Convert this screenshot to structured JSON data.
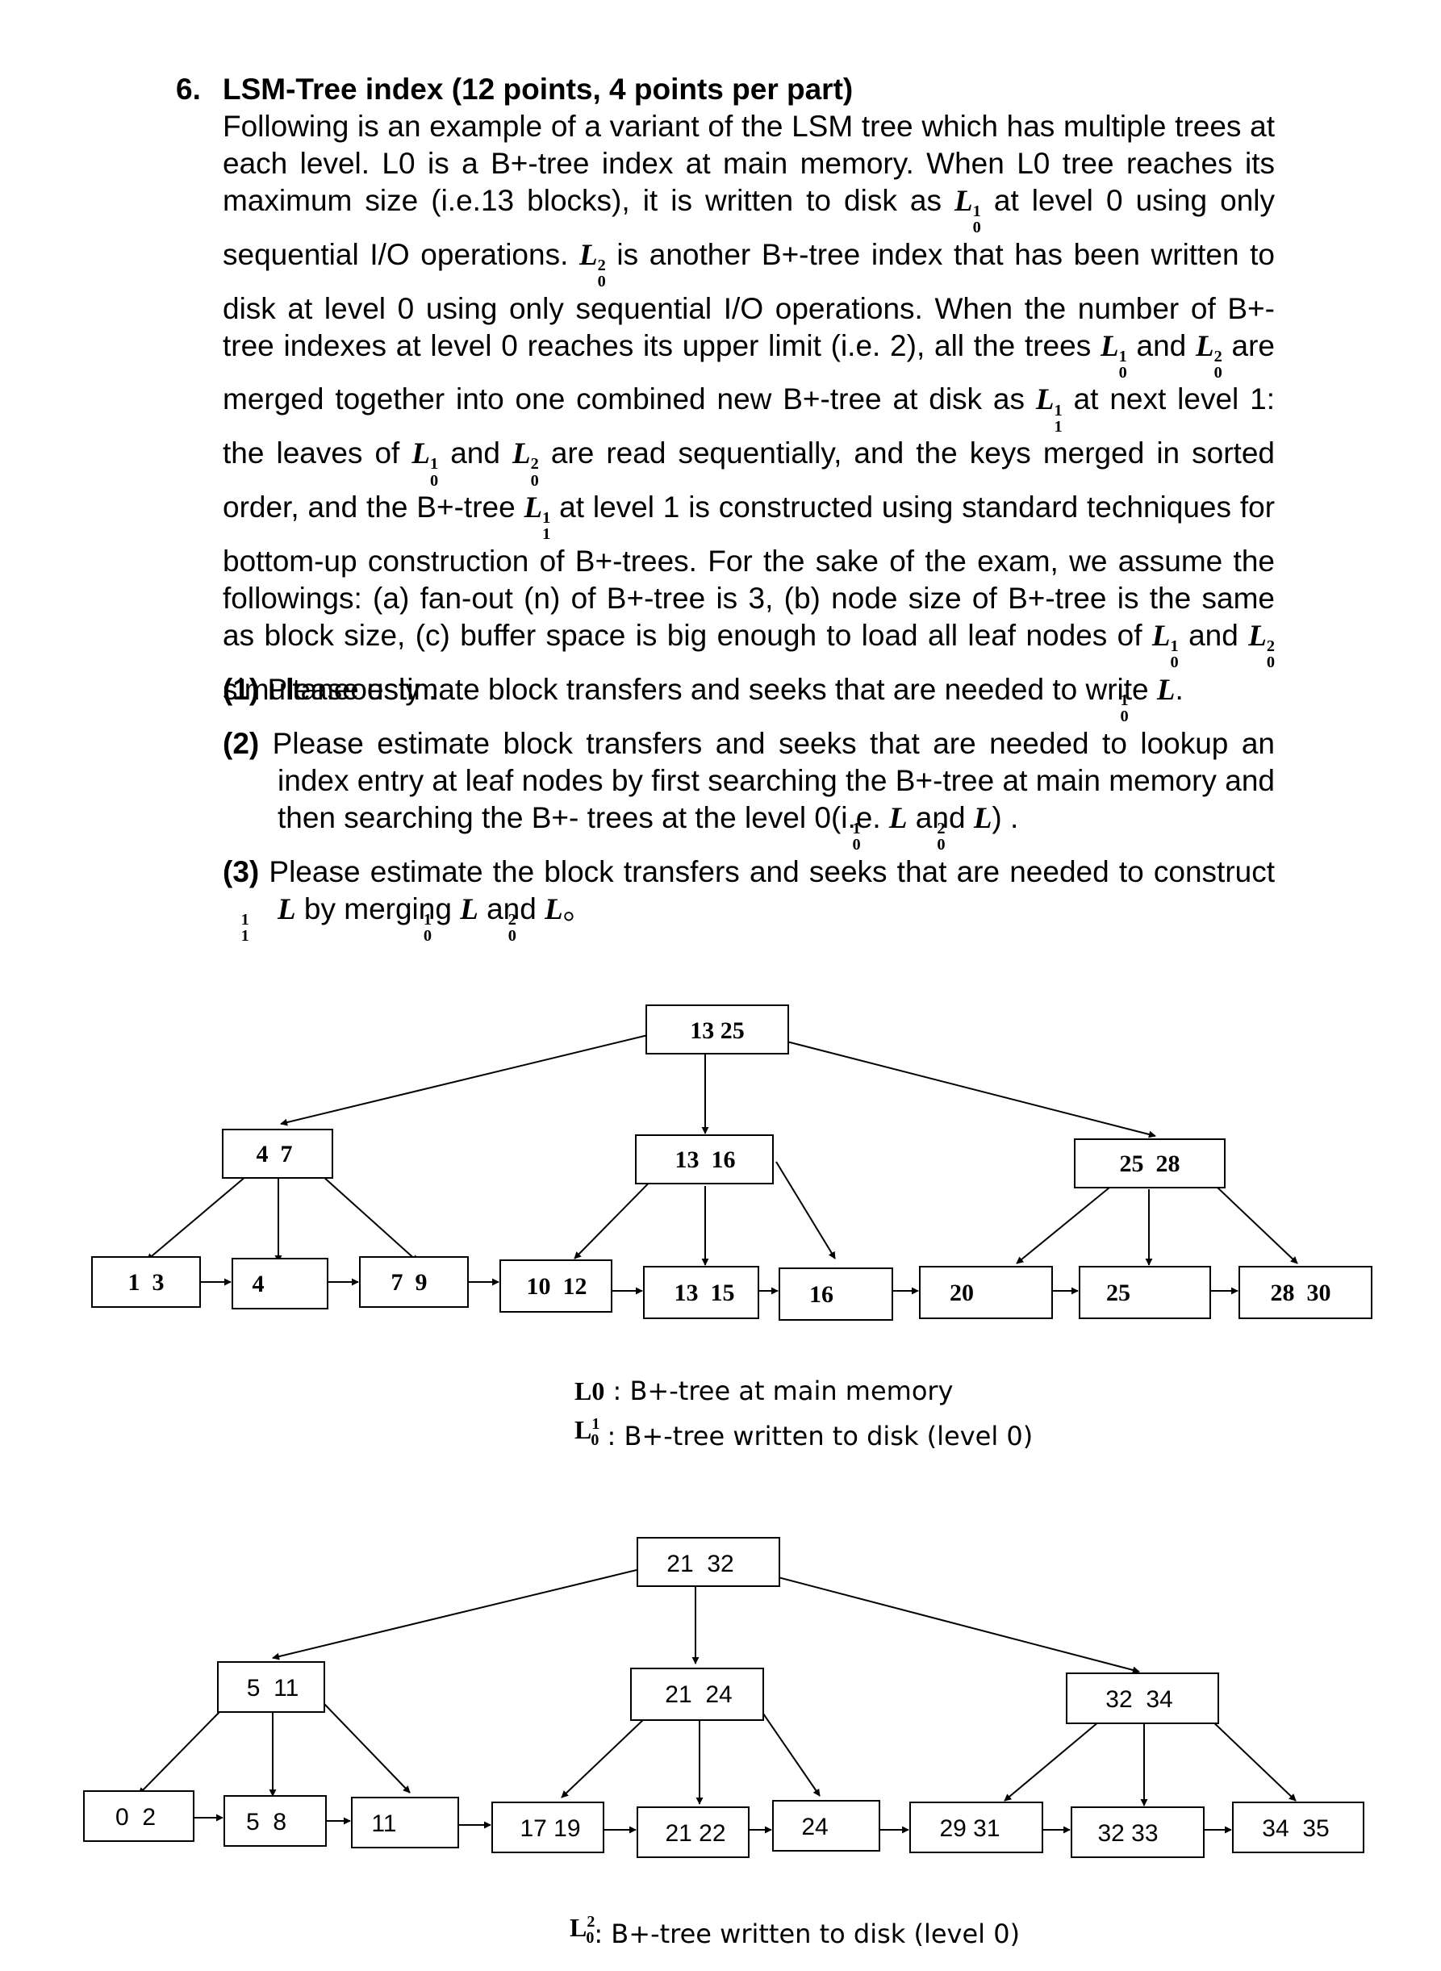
{
  "question": {
    "number": "6.",
    "title": "LSM-Tree index (12 points, 4 points per part)",
    "intro": [
      "Following is an example of a variant of the LSM tree which has multiple trees at each level. L0 is a B+-tree index at main memory. When L0 tree reaches its maximum size (i.e.13 blocks), it is written to disk as ",
      " at level 0 using only sequential I/O operations. ",
      " is another B+-tree index that has been written to disk at level 0 using only sequential I/O operations. When the number of B+-tree indexes at level 0 reaches its upper limit (i.e. 2), all the trees ",
      " and ",
      " are merged together into one combined new B+-tree at disk as ",
      " at next level 1: the leaves of ",
      " and ",
      " are read sequentially, and the keys merged in sorted order, and the B+-tree ",
      " at level 1 is constructed using standard techniques for bottom-up construction of B+-trees. For the sake of the exam, we assume the followings: (a) fan-out (n) of B+-tree is 3, (b) node size of B+-tree is the same as block size, (c) buffer space is big enough to load all leaf nodes of ",
      " and ",
      " simultaneously ."
    ],
    "symbols": {
      "base": "L",
      "sub0": "0",
      "sub1": "1",
      "sup1": "1",
      "sup2": "2"
    },
    "parts": [
      {
        "num": "(1)",
        "text": [
          " Please estimate block transfers and seeks that are needed to write ",
          "."
        ]
      },
      {
        "num": "(2)",
        "text": [
          " Please estimate block transfers and seeks that are needed to lookup an index entry at leaf nodes by first searching the B+-tree at main memory and then searching the B+- trees at the level 0(i.e. ",
          " and ",
          ") ."
        ]
      },
      {
        "num": "(3)",
        "text": [
          " Please estimate the block transfers and seeks that are needed to construct ",
          " by merging ",
          " and ",
          "。"
        ]
      }
    ]
  },
  "tree_L0": {
    "root": "13 25",
    "internal": [
      "4  7",
      "13  16",
      "25  28"
    ],
    "leaves": [
      "1  3",
      "4",
      "7  9",
      "10  12",
      "13  15",
      "16",
      "20",
      "25",
      "28  30"
    ]
  },
  "caption_L0": {
    "name": "L0",
    "text": " : B+-tree at main memory"
  },
  "caption_L0_1": {
    "text": " : B+-tree written to disk (level 0)"
  },
  "tree_L0_2": {
    "root": "21  32",
    "internal": [
      "5  11",
      "21  24",
      "32  34"
    ],
    "leaves": [
      "0  2",
      "5  8",
      "11",
      "17 19",
      "21 22",
      "24",
      "29 31",
      "32 33",
      "34  35"
    ]
  },
  "caption_L0_2": {
    "text": ": B+-tree written to disk (level 0)"
  }
}
